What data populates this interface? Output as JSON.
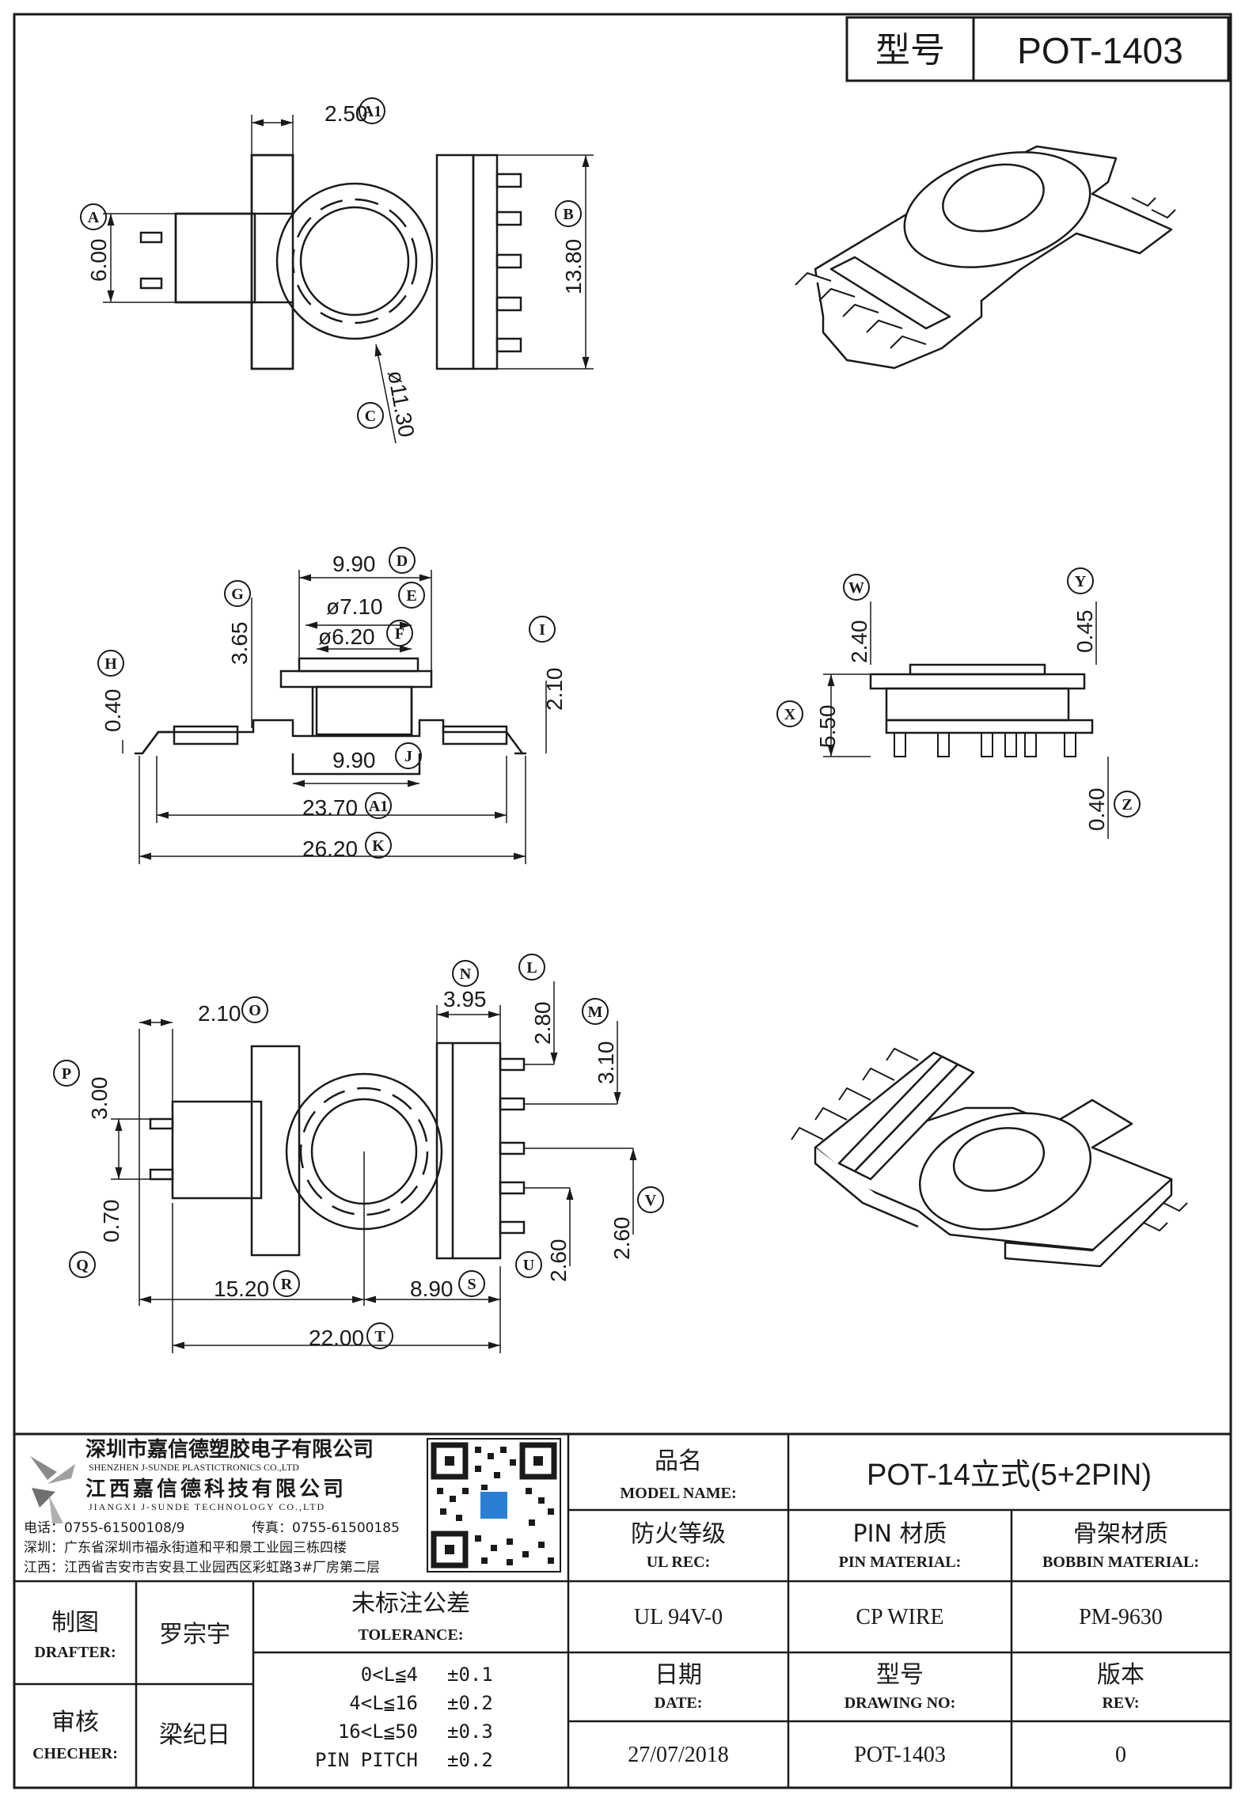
{
  "header": {
    "label": "型号",
    "value": "POT-1403"
  },
  "top_view": {
    "dims": {
      "w": "2.50",
      "a": "6.00",
      "b": "13.80",
      "c": "ø11.30"
    },
    "labels": {
      "w": "A1",
      "a": "A",
      "b": "B",
      "c": "C"
    }
  },
  "side_view": {
    "dims": {
      "d": "9.90",
      "e": "ø7.10",
      "f": "ø6.20",
      "g": "3.65",
      "h": "0.40",
      "i": "2.10",
      "j": "9.90",
      "a1": "23.70",
      "k": "26.20"
    },
    "labels": {
      "d": "D",
      "e": "E",
      "f": "F",
      "g": "G",
      "h": "H",
      "i": "I",
      "j": "J",
      "a1": "A1",
      "k": "K"
    }
  },
  "end_view": {
    "dims": {
      "w": "2.40",
      "y": "0.45",
      "x": "5.50",
      "z": "0.40"
    },
    "labels": {
      "w": "W",
      "y": "Y",
      "x": "X",
      "z": "Z"
    }
  },
  "bottom_view": {
    "dims": {
      "o": "2.10",
      "n": "3.95",
      "l": "2.80",
      "m": "3.10",
      "p": "3.00",
      "q": "0.70",
      "r": "15.20",
      "s": "8.90",
      "t": "22.00",
      "u": "2.60",
      "v": "2.60"
    },
    "labels": {
      "o": "O",
      "n": "N",
      "l": "L",
      "m": "M",
      "p": "P",
      "q": "Q",
      "r": "R",
      "s": "S",
      "t": "T",
      "u": "U",
      "v": "V"
    }
  },
  "company": {
    "name_cn_1": "深圳市嘉信德塑胶电子有限公司",
    "name_en_1": "SHENZHEN J-SUNDE PLASTICTRONICS CO.,LTD",
    "name_cn_2": "江西嘉信德科技有限公司",
    "name_en_2": "JIANGXI J-SUNDE TECHNOLOGY CO.,LTD",
    "tel": "电话：0755-61500108/9",
    "fax": "传真：0755-61500185",
    "addr_sz": "深圳：广东省深圳市福永街道和平和景工业园三栋四楼",
    "addr_jx": "江西：江西省吉安市吉安县工业园西区彩虹路3#厂房第二层"
  },
  "title_block": {
    "model_name_cn": "品名",
    "model_name_en": "MODEL NAME:",
    "model_name_val": "POT-14立式(5+2PIN)",
    "ul_cn": "防火等级",
    "ul_en": "UL REC:",
    "ul_val": "UL 94V-0",
    "pin_cn": "PIN 材质",
    "pin_en": "PIN MATERIAL:",
    "pin_val": "CP WIRE",
    "bobbin_cn": "骨架材质",
    "bobbin_en": "BOBBIN MATERIAL:",
    "bobbin_val": "PM-9630",
    "drafter_cn": "制图",
    "drafter_en": "DRAFTER:",
    "drafter_val": "罗宗宇",
    "checker_cn": "审核",
    "checker_en": "CHECHER:",
    "checker_val": "梁纪日",
    "tol_cn": "未标注公差",
    "tol_en": "TOLERANCE:",
    "tol_rows": [
      {
        "range": "0<L≦4",
        "val": "±0.1"
      },
      {
        "range": "4<L≦16",
        "val": "±0.2"
      },
      {
        "range": "16<L≦50",
        "val": "±0.3"
      },
      {
        "range": "PIN PITCH",
        "val": "±0.2"
      }
    ],
    "date_cn": "日期",
    "date_en": "DATE:",
    "date_val": "27/07/2018",
    "dwg_cn": "型号",
    "dwg_en": "DRAWING NO:",
    "dwg_val": "POT-1403",
    "rev_cn": "版本",
    "rev_en": "REV:",
    "rev_val": "0"
  }
}
